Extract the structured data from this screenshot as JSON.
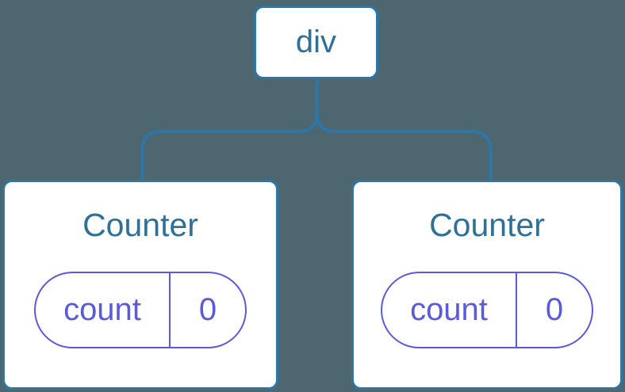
{
  "diagram_title": "component-tree",
  "colors": {
    "background": "#4d6771",
    "node_border": "#2e76a6",
    "node_fill": "#ffffff",
    "node_text": "#2f7096",
    "state_accent": "#5c5bd6"
  },
  "tree": {
    "root": {
      "label": "div"
    },
    "children": [
      {
        "label": "Counter",
        "state": {
          "key": "count",
          "value": "0"
        }
      },
      {
        "label": "Counter",
        "state": {
          "key": "count",
          "value": "0"
        }
      }
    ]
  }
}
